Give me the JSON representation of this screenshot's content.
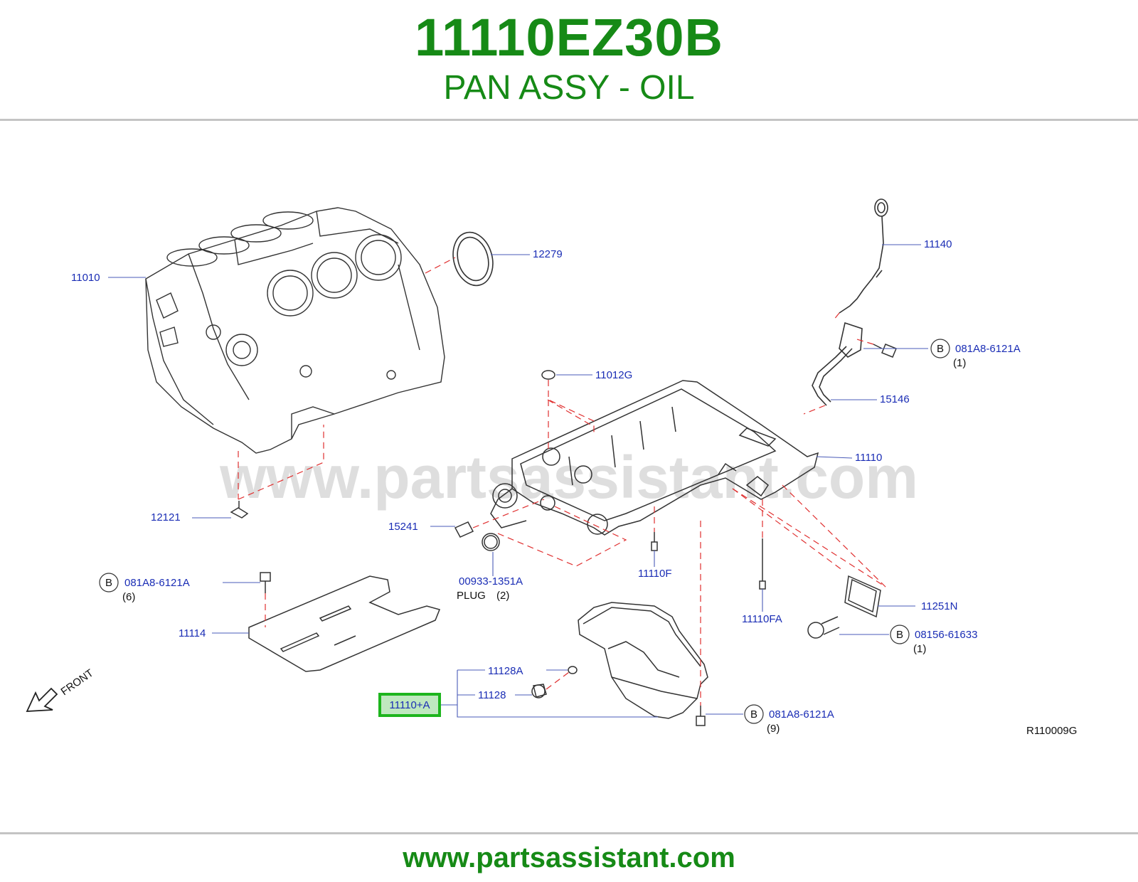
{
  "header": {
    "part_number": "11110EZ30B",
    "part_name": "PAN ASSY - OIL"
  },
  "diagram": {
    "watermark": "www.partsassistant.com",
    "front_label": "FRONT",
    "figure_code": "R110009G",
    "highlighted_part": "11110+A",
    "callouts": [
      {
        "key": "c11010",
        "text": "11010"
      },
      {
        "key": "c12279",
        "text": "12279"
      },
      {
        "key": "c11140",
        "text": "11140"
      },
      {
        "key": "c081a8_top",
        "text": "081A8-6121A",
        "qty": "(1)",
        "circle": "B"
      },
      {
        "key": "c11012g",
        "text": "11012G"
      },
      {
        "key": "c15146",
        "text": "15146"
      },
      {
        "key": "c11110",
        "text": "11110"
      },
      {
        "key": "c12121",
        "text": "12121"
      },
      {
        "key": "c15241",
        "text": "15241"
      },
      {
        "key": "c00933",
        "text": "00933-1351A"
      },
      {
        "key": "c11110f",
        "text": "11110F"
      },
      {
        "key": "c081a8_left",
        "text": "081A8-6121A",
        "qty": "(6)",
        "circle": "B"
      },
      {
        "key": "c11114",
        "text": "11114"
      },
      {
        "key": "c11251n",
        "text": "11251N"
      },
      {
        "key": "c11110fa",
        "text": "11110FA"
      },
      {
        "key": "c08156",
        "text": "08156-61633",
        "qty": "(1)",
        "circle": "B"
      },
      {
        "key": "c11128a",
        "text": "11128A"
      },
      {
        "key": "c11128",
        "text": "11128"
      },
      {
        "key": "c081a8_bottom",
        "text": "081A8-6121A",
        "qty": "(9)",
        "circle": "B"
      }
    ],
    "plug_label": "PLUG",
    "plug_qty": "(2)"
  },
  "footer": {
    "url": "www.partsassistant.com"
  },
  "colors": {
    "brand_green": "#168a16",
    "callout_blue": "#1a2db5",
    "highlight_green": "#1db51d",
    "dashed_red": "#e03030"
  }
}
